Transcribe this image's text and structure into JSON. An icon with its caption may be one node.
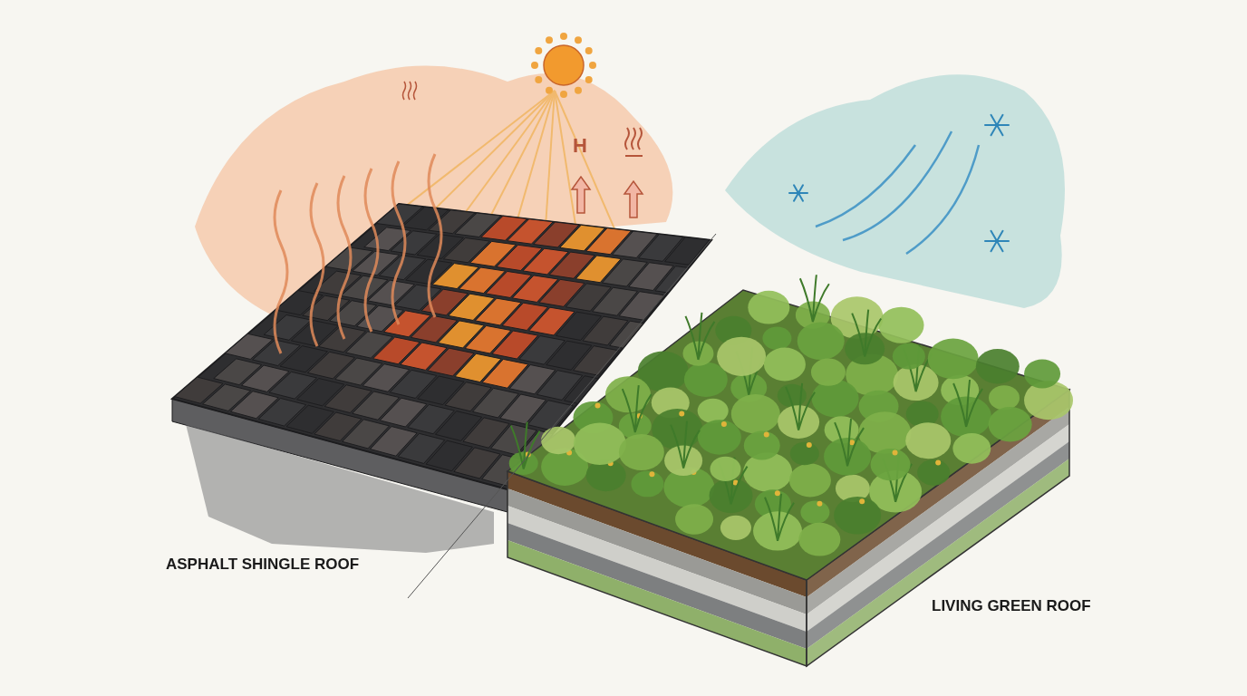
{
  "diagram": {
    "labels": [
      "H",
      "ASPHALT SHINGLE ROOF",
      "LIVING GREEN ROOF"
    ]
  }
}
